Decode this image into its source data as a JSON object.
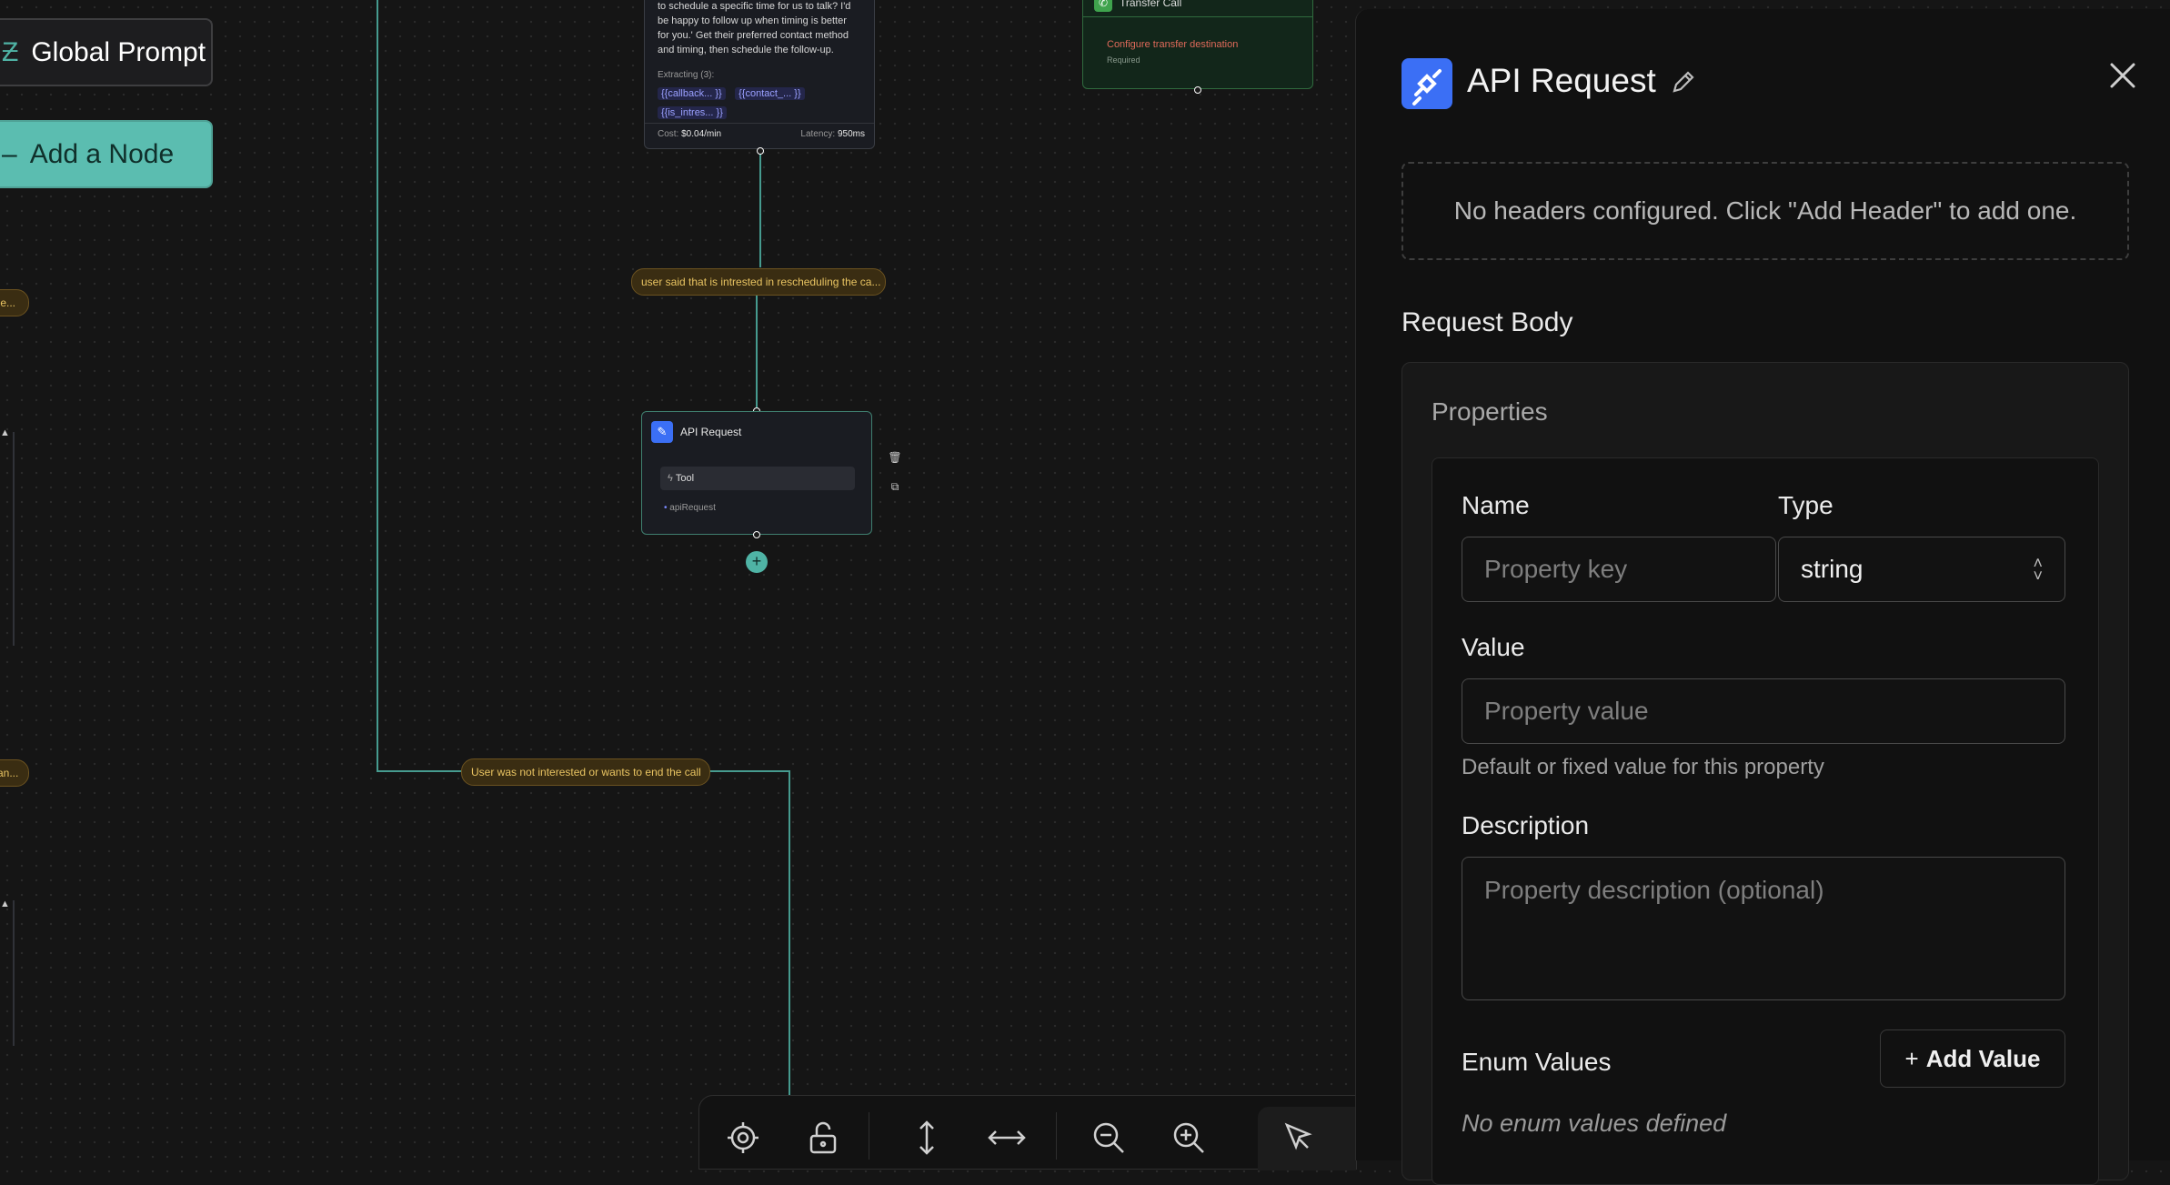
{
  "canvas": {
    "global_prompt_label": "Global Prompt",
    "add_node_label": "Add a Node",
    "left_pill_1": "ine...",
    "left_pill_2": "l an...",
    "prompt_node": {
      "text_lines": [
        "to schedule a specific time for us to talk? I'd",
        "be happy to follow up when timing is better",
        "for you.' Get their preferred contact method",
        "and timing, then schedule the follow-up."
      ],
      "extracting_label": "Extracting (3):",
      "chips": [
        "{{callback... }}",
        "{{contact_... }}",
        "{{is_intres... }}"
      ],
      "cost_label": "Cost:",
      "cost_value": "$0.04/min",
      "latency_label": "Latency:",
      "latency_value": "950ms"
    },
    "transfer_node": {
      "title": "Transfer Call",
      "warning": "Configure transfer destination",
      "required": "Required"
    },
    "edge_label_1": "user said that is intrested in rescheduling the ca...",
    "edge_label_2": "User was not interested or wants to end the call",
    "api_node": {
      "title": "API Request",
      "tool_label": "Tool",
      "sub_label": "apiRequest"
    }
  },
  "panel": {
    "title": "API Request",
    "headers_empty": "No headers configured. Click \"Add Header\" to add one.",
    "request_body_label": "Request Body",
    "properties_label": "Properties",
    "name_label": "Name",
    "name_placeholder": "Property key",
    "type_label": "Type",
    "type_value": "string",
    "value_label": "Value",
    "value_placeholder": "Property value",
    "value_help": "Default or fixed value for this property",
    "description_label": "Description",
    "description_placeholder": "Property description (optional)",
    "enum_label": "Enum Values",
    "add_value_label": "Add Value",
    "enum_empty": "No enum values defined"
  },
  "colors": {
    "accent_teal": "#4fb3a5",
    "edge_label_bg": "#3a2d12",
    "edge_label_text": "#e9c462",
    "api_icon_blue": "#3b6ff5",
    "transfer_green": "#3fa34d"
  },
  "toolbar": {
    "icons": [
      "target-icon",
      "unlock-icon",
      "vertical-arrows-icon",
      "horizontal-arrows-icon",
      "zoom-out-icon",
      "zoom-in-icon",
      "pointer-icon"
    ]
  }
}
